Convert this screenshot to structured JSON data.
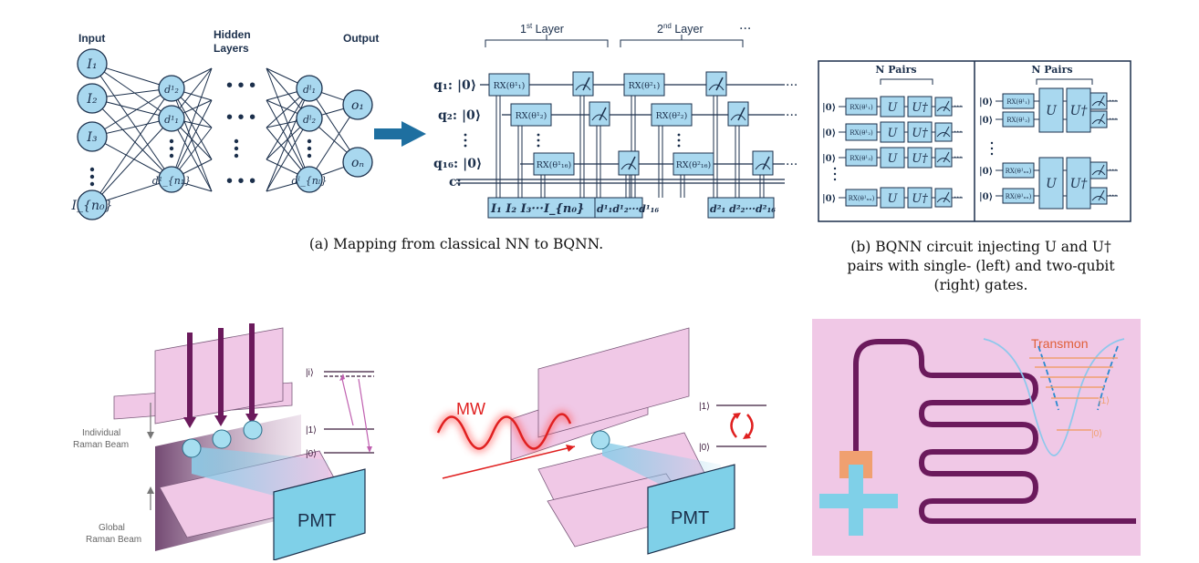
{
  "panel_a": {
    "nn": {
      "input_label": "Input",
      "hidden_label_1": "Hidden",
      "hidden_label_2": "Layers",
      "output_label": "Output",
      "inputs": [
        "I₁",
        "I₂",
        "I₃",
        "I_{n₀}"
      ],
      "hidden1": [
        "d¹₂",
        "d¹₁",
        "d¹_{n₁}"
      ],
      "hiddenL": [
        "dˡ₁",
        "dˡ₂",
        "dˡ_{nₗ}"
      ],
      "outputs": [
        "o₁",
        "oₙ"
      ]
    },
    "circuit": {
      "layer1": "1st Layer",
      "layer2": "2nd Layer",
      "more": "···",
      "qubits": [
        "q₁: |0⟩",
        "q₂: |0⟩",
        "q₁₆: |0⟩",
        "c:"
      ],
      "gates_layer1": [
        "RX(θ¹₁)",
        "RX(θ¹₂)",
        "RX(θ¹₁₆)"
      ],
      "gates_layer2": [
        "RX(θ²₁)",
        "RX(θ²₂)",
        "RX(θ²₁₆)"
      ],
      "register_input": "I₁ I₂ I₃···I_{n₀}",
      "register_l1": "d¹₁d¹₂···d¹₁₆",
      "register_l2": "d²₁ d²₂···d²₁₆"
    },
    "caption": "(a) Mapping from classical NN to BQNN."
  },
  "panel_b": {
    "left_title": "N Pairs",
    "right_title": "N Pairs",
    "ket0": "|0⟩",
    "u": "U",
    "udag": "U†",
    "left_gates": [
      "RX(θ¹₁)",
      "RX(θ¹₂)",
      "RX(θ¹₃)",
      "RX(θ¹ₙₓ)"
    ],
    "right_gates": [
      "RX(θ¹₁)",
      "RX(θ¹₂)",
      "RX(θ¹ₙₓ)",
      "RX(θ¹ₙₓ)"
    ],
    "caption_1": "(b) BQNN circuit injecting U and U†",
    "caption_2": "pairs with single- (left) and two-qubit",
    "caption_3": "(right) gates."
  },
  "panel_c": {
    "i_level": "|i⟩",
    "one_level": "|1⟩",
    "zero_level": "|0⟩",
    "individual_1": "Individual",
    "individual_2": "Raman Beam",
    "global_1": "Global",
    "global_2": "Raman Beam",
    "pmt": "PMT"
  },
  "panel_d": {
    "mw": "MW",
    "one_level": "|1⟩",
    "zero_level": "|0⟩",
    "pmt": "PMT"
  },
  "panel_e": {
    "transmon": "Transmon",
    "one_level": "|1⟩",
    "zero_level": "|0⟩"
  },
  "colors": {
    "navy": "#1b2f4b",
    "gate_blue": "#a9d8ef",
    "pink_plane": "#f0c8e6",
    "purple": "#6b1a5c",
    "pmt_blue": "#7fd0e8",
    "transmon_orange": "#f0a070",
    "arrow_blue": "#1e6fa0"
  }
}
